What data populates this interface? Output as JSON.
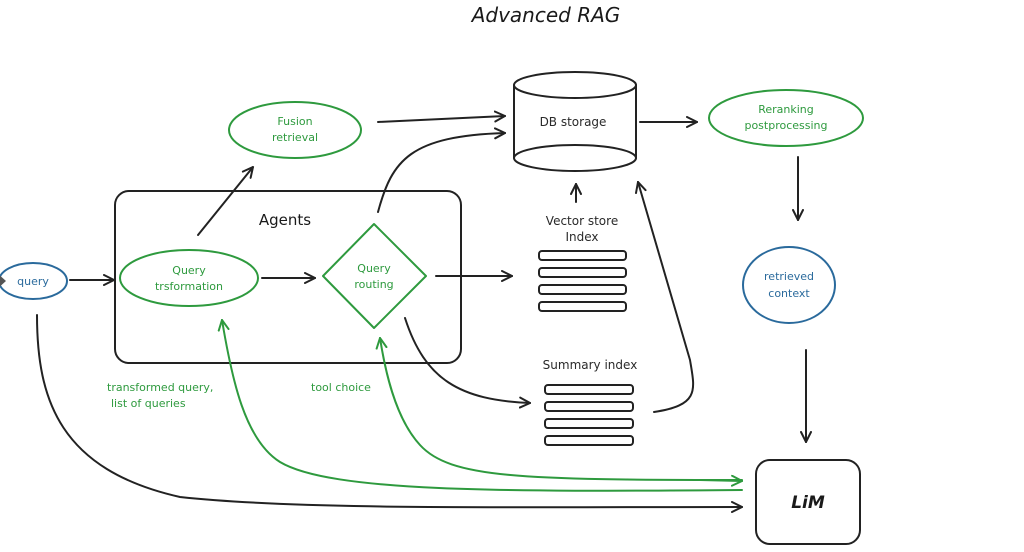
{
  "title": "Advanced RAG",
  "colors": {
    "green": "#2e9a3e",
    "blue": "#2a6a9c",
    "black": "#222222"
  },
  "nodes": {
    "query": "query",
    "agents": "Agents",
    "query_transformation": [
      "Query",
      "trsformation"
    ],
    "query_routing": [
      "Query",
      "routing"
    ],
    "fusion_retrieval": [
      "Fusion",
      "retrieval"
    ],
    "db_storage": "DB storage",
    "reranking": [
      "Reranking",
      "postprocessing"
    ],
    "vector_store_index": [
      "Vector store",
      "Index"
    ],
    "summary_index": "Summary index",
    "retrieved_context": [
      "retrieved",
      "context"
    ],
    "llm": "LiM"
  },
  "edge_labels": {
    "transformed_query": [
      "transformed query,",
      "list of queries"
    ],
    "tool_choice": "tool choice"
  }
}
